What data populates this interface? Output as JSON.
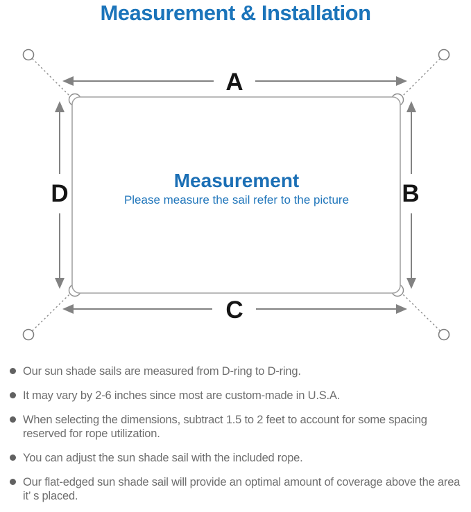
{
  "title": "Measurement & Installation",
  "diagram": {
    "labels": {
      "top": "A",
      "right": "B",
      "bottom": "C",
      "left": "D"
    },
    "center_title": "Measurement",
    "center_subtitle": "Please measure the sail refer to the picture"
  },
  "notes": {
    "items": [
      "Our sun shade sails are measured from D-ring to D-ring.",
      "It may vary by 2-6 inches since most are custom-made in U.S.A.",
      "When selecting the dimensions, subtract 1.5 to 2 feet to account for some spacing reserved for rope utilization.",
      "You can adjust the sun shade sail with the included rope.",
      "Our flat-edged sun shade sail will provide an optimal amount of coverage above the area it’ s placed."
    ]
  },
  "colors": {
    "title_blue": "#1b74ba",
    "center_title_blue": "#1b6fb5",
    "center_subtitle_blue": "#2076bb",
    "diagram_line_gray": "#8c8c8c",
    "arrow_gray": "#828282",
    "label_black": "#151515",
    "note_text_gray": "#6e6e6e"
  }
}
